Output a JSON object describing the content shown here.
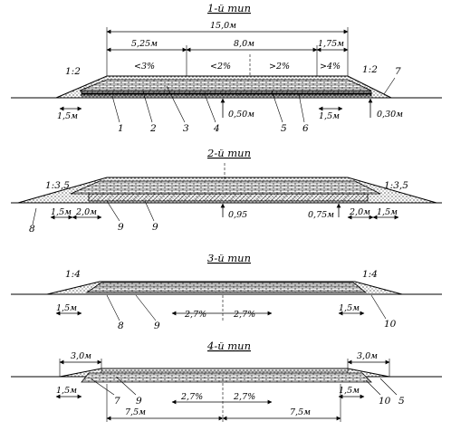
{
  "figure": {
    "types": [
      {
        "title": "1-й тип",
        "dims_top": [
          "15,0м",
          "5,25м",
          "8,0м",
          "1,75м"
        ],
        "slopes": [
          "<3%",
          "<2%",
          ">2%",
          ">4%"
        ],
        "side_ratios": [
          "1:2",
          "1:2"
        ],
        "dims_bottom": [
          "1,5м",
          "0,50м",
          "1,5м",
          "0,30м"
        ],
        "callouts": [
          "1",
          "2",
          "3",
          "4",
          "5",
          "6",
          "7"
        ]
      },
      {
        "title": "2-й тип",
        "side_ratios": [
          "1:3,5",
          "1:3,5"
        ],
        "dims_bottom": [
          "1,5м",
          "2,0м",
          "0,95",
          "0,75м",
          "2,0м",
          "1,5м"
        ],
        "callouts": [
          "8",
          "9",
          "9"
        ]
      },
      {
        "title": "3-й тип",
        "side_ratios": [
          "1:4",
          "1:4"
        ],
        "dims_bottom": [
          "1,5м",
          "2,7%",
          "2,7%",
          "1,5м"
        ],
        "callouts": [
          "8",
          "9",
          "10"
        ]
      },
      {
        "title": "4-й тип",
        "dims_top": [
          "3,0м",
          "3,0м"
        ],
        "dims_bottom": [
          "1,5м",
          "7,5м",
          "2,7%",
          "2,7%",
          "7,5м",
          "1,5м"
        ],
        "callouts": [
          "7",
          "9",
          "10",
          "5"
        ]
      }
    ]
  }
}
